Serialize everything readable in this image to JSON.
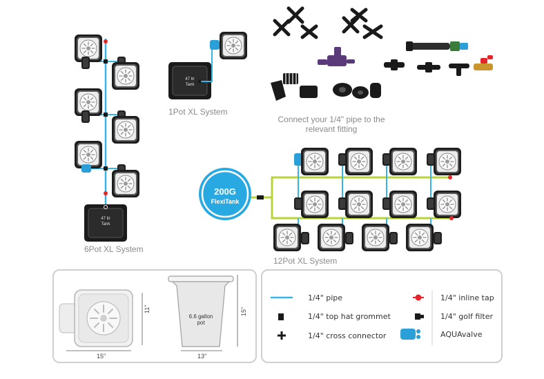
{
  "captions": {
    "six_pot": "6Pot XL System",
    "one_pot": "1Pot XL System",
    "twelve_pot": "12Pot XL System",
    "fitting_line1": "Connect your 1/4\" pipe to the",
    "fitting_line2": "relevant fitting"
  },
  "tank": {
    "label_line1": "47 ltr",
    "label_line2": "Tank"
  },
  "flexitank": {
    "line1": "200G",
    "line2": "FlexiTank"
  },
  "dimensions": {
    "pot_width": "15\"",
    "pot_height": "11\"",
    "gallon_pot_width": "13\"",
    "gallon_pot_height": "15\"",
    "gallon_pot_label_line1": "6.6 gallon",
    "gallon_pot_label_line2": "pot"
  },
  "legend": {
    "pipe": "1/4\" pipe",
    "grommet": "1/4\" top hat grommet",
    "cross": "1/4\" cross connector",
    "tap": "1/4\" inline tap",
    "filter": "1/4\" golf filter",
    "aquavalve": "AQUAvalve"
  },
  "colors": {
    "pipe_blue": "#35b6e6",
    "main_line_green": "#b7d43a",
    "tap_red": "#e5252a",
    "flexitank_blue": "#29a9e1",
    "aquavalve_blue": "#2a9fd8"
  }
}
